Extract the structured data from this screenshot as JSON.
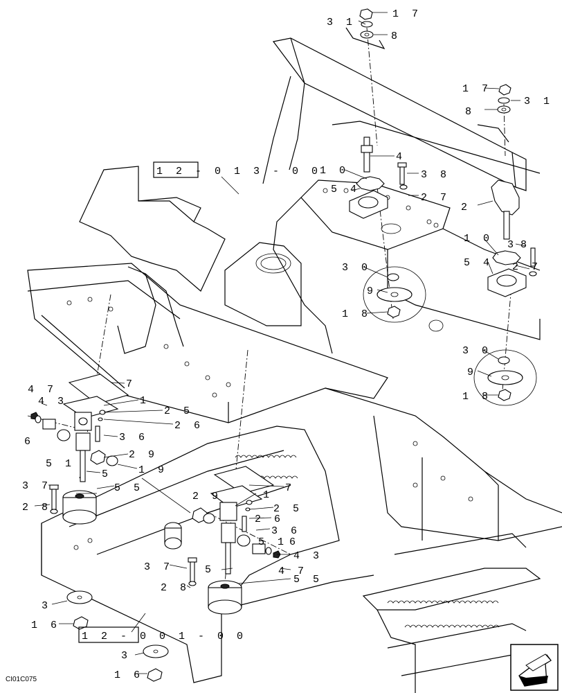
{
  "callouts": [
    {
      "id": "c1",
      "text": "3 1"
    },
    {
      "id": "c2",
      "text": "1 7"
    },
    {
      "id": "c3",
      "text": "8"
    },
    {
      "id": "c4",
      "text": "1 7"
    },
    {
      "id": "c5",
      "text": "8"
    },
    {
      "id": "c6",
      "text": "3 1"
    },
    {
      "id": "c7",
      "text": "4"
    },
    {
      "id": "c8",
      "text": "1 0"
    },
    {
      "id": "c9",
      "text": "3 8"
    },
    {
      "id": "c10",
      "text": "5 4"
    },
    {
      "id": "c11",
      "text": "2 7"
    },
    {
      "id": "c12",
      "text": "2"
    },
    {
      "id": "c13",
      "text": "1 0"
    },
    {
      "id": "c14",
      "text": "3"
    },
    {
      "id": "c15",
      "text": "8"
    },
    {
      "id": "c16",
      "text": "5 4"
    },
    {
      "id": "c17",
      "text": "2 7"
    },
    {
      "id": "c18",
      "text": "3 0"
    },
    {
      "id": "c19",
      "text": "9"
    },
    {
      "id": "c20",
      "text": "1 8"
    },
    {
      "id": "c21",
      "text": "3 0"
    },
    {
      "id": "c22",
      "text": "9"
    },
    {
      "id": "c23",
      "text": "1 8"
    },
    {
      "id": "c24",
      "text": "4 7"
    },
    {
      "id": "c25",
      "text": "4 3"
    },
    {
      "id": "c26",
      "text": "7"
    },
    {
      "id": "c27",
      "text": "1"
    },
    {
      "id": "c28",
      "text": "2 5"
    },
    {
      "id": "c29",
      "text": "2 6"
    },
    {
      "id": "c30",
      "text": "6"
    },
    {
      "id": "c31",
      "text": "3 6"
    },
    {
      "id": "c32",
      "text": "2 9"
    },
    {
      "id": "c33",
      "text": "5 1"
    },
    {
      "id": "c34",
      "text": "1 9"
    },
    {
      "id": "c35",
      "text": "5"
    },
    {
      "id": "c36",
      "text": "3 7"
    },
    {
      "id": "c37",
      "text": "5 5"
    },
    {
      "id": "c38",
      "text": "2 8"
    },
    {
      "id": "c39",
      "text": "7"
    },
    {
      "id": "c40",
      "text": "2 9"
    },
    {
      "id": "c41",
      "text": "1"
    },
    {
      "id": "c42",
      "text": "2 5"
    },
    {
      "id": "c43",
      "text": "2 6"
    },
    {
      "id": "c44",
      "text": "3 6"
    },
    {
      "id": "c45",
      "text": "5 1"
    },
    {
      "id": "c46",
      "text": "6"
    },
    {
      "id": "c47",
      "text": "4 3"
    },
    {
      "id": "c48",
      "text": "4 7"
    },
    {
      "id": "c49",
      "text": "3 7"
    },
    {
      "id": "c50",
      "text": "5"
    },
    {
      "id": "c51",
      "text": "5 5"
    },
    {
      "id": "c52",
      "text": "2 8"
    },
    {
      "id": "c53",
      "text": "3"
    },
    {
      "id": "c54",
      "text": "1 6"
    },
    {
      "id": "c55",
      "text": "3"
    },
    {
      "id": "c56",
      "text": "1 6"
    }
  ],
  "references": {
    "upper": "1 2 - 0 1 3 - 0 0",
    "lower": "1 2 - 0 0 1 - 0 0"
  },
  "drawing_code": "CI01C075",
  "nav_icon": "arrow-next-page-icon"
}
